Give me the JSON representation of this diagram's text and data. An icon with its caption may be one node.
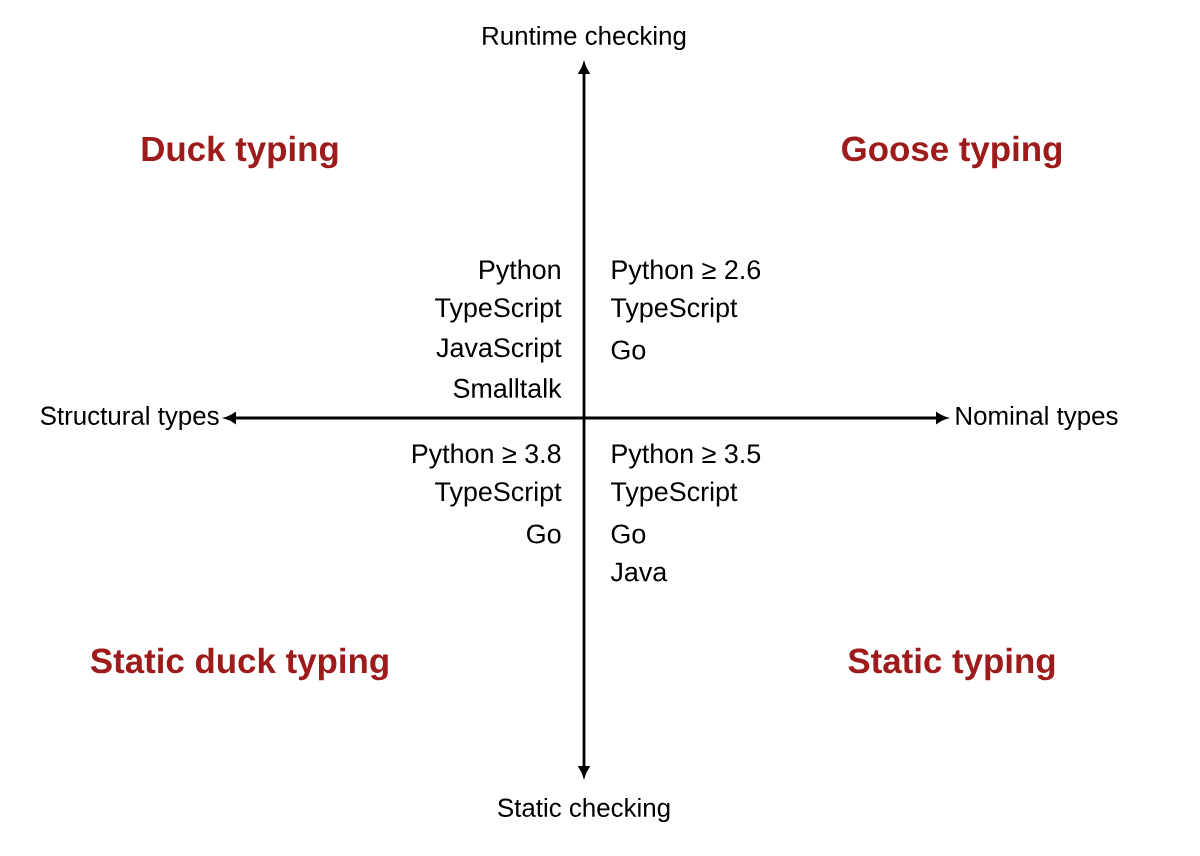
{
  "diagram": {
    "labels": [
      "Runtime checking",
      "Duck typing",
      "Goose typing",
      "Python",
      "TypeScript",
      "JavaScript",
      "Smalltalk",
      "Python ≥ 2.6",
      "TypeScript",
      "Go",
      "Structural types",
      "Nominal types",
      "Python ≥ 3.8",
      "TypeScript",
      "Go",
      "Python ≥ 3.5",
      "TypeScript",
      "Go",
      "Java",
      "Static duck typing",
      "Static typing",
      "Static checking"
    ]
  }
}
